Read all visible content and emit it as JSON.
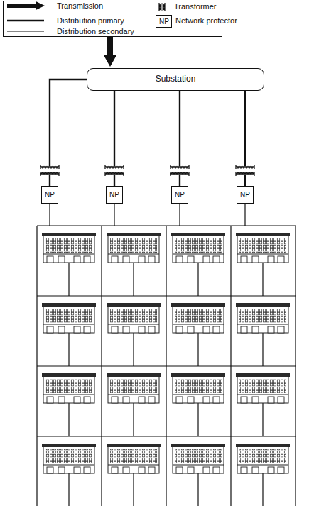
{
  "diagram": {
    "nodes": [
      {
        "text": [
          "Substation"
        ]
      },
      {
        "text": [
          "NP"
        ]
      },
      {
        "text": [
          "NP"
        ]
      },
      {
        "text": [
          "NP"
        ]
      },
      {
        "text": [
          "NP"
        ]
      }
    ],
    "edges": [
      {
        "from": 0,
        "to": 1,
        "arrow": "none"
      },
      {
        "from": 0,
        "to": 2,
        "arrow": "none"
      },
      {
        "from": 0,
        "to": 3,
        "arrow": "none"
      },
      {
        "from": 0,
        "to": 4,
        "arrow": "none"
      }
    ],
    "labels": [
      "NP"
    ],
    "legend": [
      {
        "text": "Transmission"
      },
      {
        "text": "Distribution primary"
      },
      {
        "text": "Distribution secondary"
      },
      {
        "text": "Transformer"
      },
      {
        "text": "Network protector"
      }
    ]
  }
}
